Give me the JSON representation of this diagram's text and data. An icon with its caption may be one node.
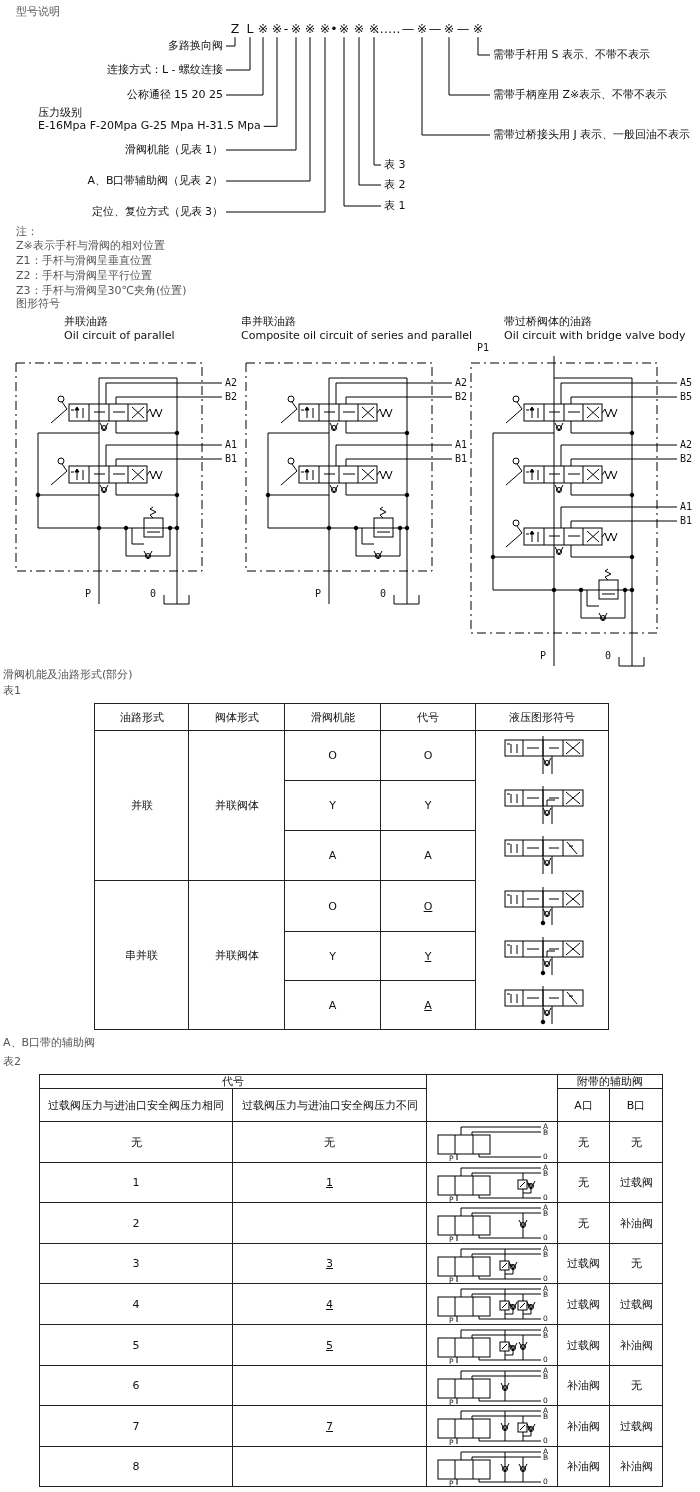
{
  "diagram": {
    "nodes": [
      {
        "text": [
          "Z"
        ]
      },
      {
        "text": [
          "L"
        ]
      },
      {
        "text": [
          "※"
        ]
      },
      {
        "text": [
          "※"
        ]
      },
      {
        "text": [
          "-"
        ]
      },
      {
        "text": [
          "※"
        ]
      },
      {
        "text": [
          "※"
        ]
      },
      {
        "text": [
          "※"
        ]
      },
      {
        "text": [
          "•"
        ]
      },
      {
        "text": [
          "※"
        ]
      },
      {
        "text": [
          "※"
        ]
      },
      {
        "text": [
          "※"
        ]
      },
      {
        "text": [
          "……"
        ]
      },
      {
        "text": [
          "—"
        ]
      },
      {
        "text": [
          "※"
        ]
      },
      {
        "text": [
          "—"
        ]
      },
      {
        "text": [
          "※"
        ]
      },
      {
        "text": [
          "—"
        ]
      },
      {
        "text": [
          "※"
        ]
      },
      {
        "text": [
          "多路换向阀"
        ]
      },
      {
        "text": [
          "连接方式：L - 螺纹连接"
        ]
      },
      {
        "text": [
          "公称通径 15 20 25"
        ]
      },
      {
        "text": [
          "压力级别",
          "E-16Mpa F-20Mpa G-25 Mpa H-31.5 Mpa"
        ]
      },
      {
        "text": [
          "滑阀机能（见表 1）"
        ]
      },
      {
        "text": [
          "A、B口带辅助阀（见表 2）"
        ]
      },
      {
        "text": [
          "定位、复位方式（见表 3）"
        ]
      },
      {
        "text": [
          "表 3"
        ]
      },
      {
        "text": [
          "表 2"
        ]
      },
      {
        "text": [
          "表 1"
        ]
      },
      {
        "text": [
          "需带手杆用 S 表示、不带不表示"
        ]
      },
      {
        "text": [
          "需带手柄座用 Z※表示、不带不表示"
        ]
      },
      {
        "text": [
          "需带过桥接头用 J 表示、一般回油不表示"
        ]
      }
    ],
    "edges": [
      {
        "from": 19,
        "to": 0,
        "arrow": "none"
      },
      {
        "from": 20,
        "to": 1,
        "arrow": "none"
      },
      {
        "from": 21,
        "to": 2,
        "arrow": "none"
      },
      {
        "from": 22,
        "to": 3,
        "arrow": "none"
      },
      {
        "from": 23,
        "to": 5,
        "arrow": "none"
      },
      {
        "from": 24,
        "to": 6,
        "arrow": "none"
      },
      {
        "from": 25,
        "to": 7,
        "arrow": "none"
      },
      {
        "from": 28,
        "to": 9,
        "arrow": "none"
      },
      {
        "from": 27,
        "to": 10,
        "arrow": "none"
      },
      {
        "from": 26,
        "to": 11,
        "arrow": "none"
      },
      {
        "from": 31,
        "to": 14,
        "arrow": "none"
      },
      {
        "from": 30,
        "to": 16,
        "arrow": "none"
      },
      {
        "from": 29,
        "to": 18,
        "arrow": "none"
      }
    ],
    "labels": [
      "型号说明",
      "注：",
      "Z※表示手杆与滑阀的相对位置",
      "Z1：手杆与滑阀呈垂直位置",
      "Z2：手杆与滑阀呈平行位置",
      "Z3：手杆与滑阀呈30℃夹角(位置)",
      "图形符号",
      "并联油路",
      "Oil circuit of parallel",
      "串并联油路",
      "Composite oil circuit of series and parallel",
      "带过桥阀体的油路",
      "Oil circuit with bridge valve body",
      "A2",
      "B2",
      "A1",
      "B1",
      "P",
      "0",
      "A2",
      "B2",
      "A1",
      "B1",
      "P",
      "0",
      "P1",
      "A5",
      "B5",
      "A2",
      "B2",
      "A1",
      "B1",
      "P",
      "0",
      "滑阀机能及油路形式(部分)",
      "表1",
      "油路形式",
      "阀体形式",
      "滑阀机能",
      "代号",
      "液压图形符号",
      "并联",
      "并联阀体",
      "O",
      "O",
      "Y",
      "Y",
      "A",
      "A",
      "串并联",
      "并联阀体",
      "O",
      "O",
      "Y",
      "Y",
      "A",
      "A",
      "A、B口带的辅助阀",
      "表2",
      "代号",
      "附带的辅助阀",
      "过载阀压力与进油口安全阀压力相同",
      "过载阀压力与进油口安全阀压力不同",
      "A口",
      "B口",
      "无",
      "无",
      "A",
      "B",
      "P",
      "0",
      "无",
      "无",
      "1",
      "1",
      "A",
      "B",
      "P",
      "0",
      "无",
      "过载阀",
      "2",
      "A",
      "B",
      "P",
      "0",
      "无",
      "补油阀",
      "3",
      "3",
      "A",
      "B",
      "P",
      "0",
      "过载阀",
      "无",
      "4",
      "4",
      "A",
      "B",
      "P",
      "0",
      "过载阀",
      "过载阀",
      "5",
      "5",
      "A",
      "B",
      "P",
      "0",
      "过载阀",
      "补油阀",
      "6",
      "A",
      "B",
      "P",
      "0",
      "补油阀",
      "无",
      "7",
      "7",
      "A",
      "B",
      "P",
      "0",
      "补油阀",
      "过载阀",
      "8",
      "A",
      "B",
      "P",
      "0",
      "补油阀",
      "补油阀"
    ]
  }
}
